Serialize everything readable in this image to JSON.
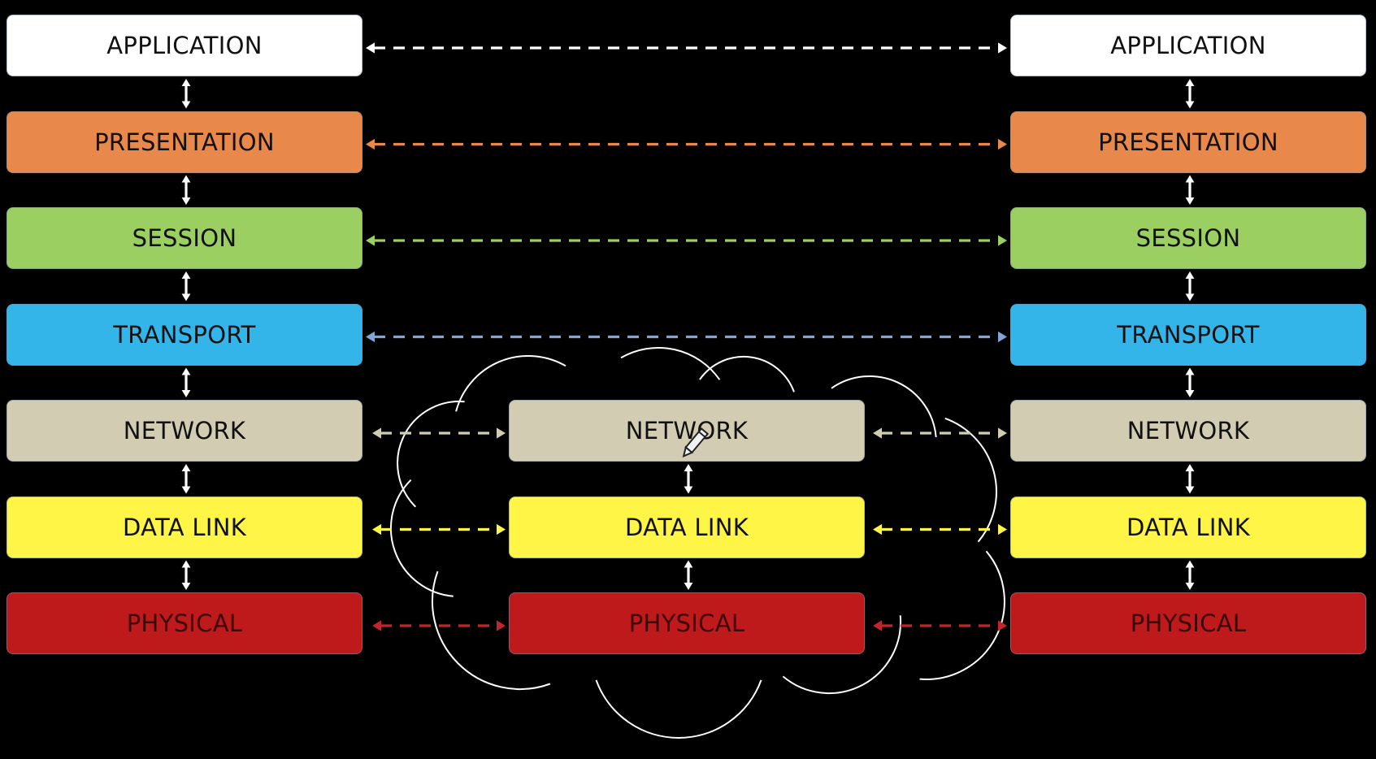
{
  "layer_colors": {
    "application": "#ffffff",
    "presentation": "#e8884a",
    "session": "#9bcf62",
    "transport": "#33b5ea",
    "network": "#d1ccb2",
    "data_link": "#fef547",
    "physical": "#be1a1c"
  },
  "left_stack": [
    {
      "key": "application",
      "label": "APPLICATION"
    },
    {
      "key": "presentation",
      "label": "PRESENTATION"
    },
    {
      "key": "session",
      "label": "SESSION"
    },
    {
      "key": "transport",
      "label": "TRANSPORT"
    },
    {
      "key": "network",
      "label": "NETWORK"
    },
    {
      "key": "data_link",
      "label": "DATA LINK"
    },
    {
      "key": "physical",
      "label": "PHYSICAL"
    }
  ],
  "middle_stack": [
    {
      "key": "network",
      "label": "NETWORK"
    },
    {
      "key": "data_link",
      "label": "DATA LINK"
    },
    {
      "key": "physical",
      "label": "PHYSICAL"
    }
  ],
  "right_stack": [
    {
      "key": "application",
      "label": "APPLICATION"
    },
    {
      "key": "presentation",
      "label": "PRESENTATION"
    },
    {
      "key": "session",
      "label": "SESSION"
    },
    {
      "key": "transport",
      "label": "TRANSPORT"
    },
    {
      "key": "network",
      "label": "NETWORK"
    },
    {
      "key": "data_link",
      "label": "DATA LINK"
    },
    {
      "key": "physical",
      "label": "PHYSICAL"
    }
  ],
  "peer_links": [
    {
      "layer": "application",
      "via_cloud": false
    },
    {
      "layer": "presentation",
      "via_cloud": false
    },
    {
      "layer": "session",
      "via_cloud": false
    },
    {
      "layer": "transport",
      "via_cloud": false
    },
    {
      "layer": "network",
      "via_cloud": true
    },
    {
      "layer": "data_link",
      "via_cloud": true
    },
    {
      "layer": "physical",
      "via_cloud": true
    }
  ],
  "link_colors": {
    "application": "#ffffff",
    "presentation": "#e8884a",
    "session": "#9bcf62",
    "transport": "#7fa6d6",
    "network": "#d1ccb2",
    "data_link": "#fef547",
    "physical": "#c0262b"
  },
  "adjacent_link_color": "#ffffff",
  "cloud_color": "#ffffff",
  "physical_text_color": "#3a0606",
  "cursor_icon": "pencil-icon"
}
